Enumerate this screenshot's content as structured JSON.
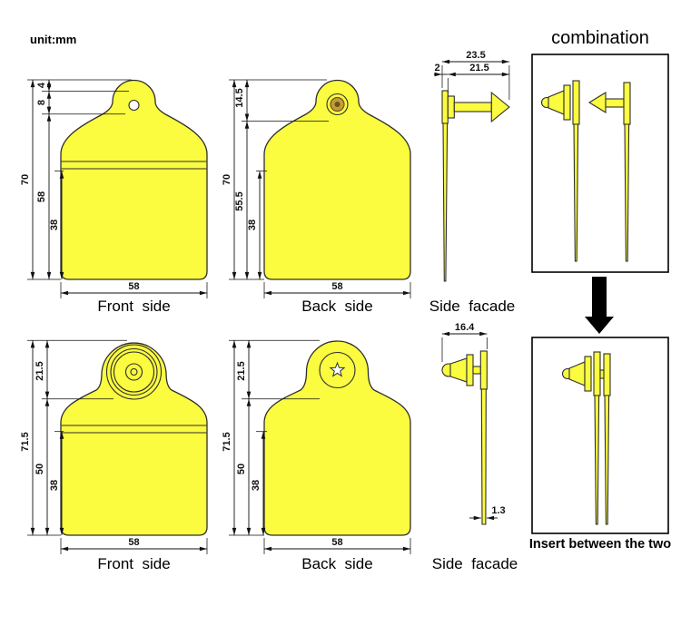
{
  "page": {
    "unit_label": "unit:mm"
  },
  "combination": {
    "title": "combination",
    "caption": "Insert between the two"
  },
  "top_row": {
    "front": {
      "label": "Front  side",
      "dims": {
        "overall_height": "70",
        "top_offset": "4",
        "hole_diameter": "8",
        "body_height": "58",
        "lower_height": "38",
        "width": "58"
      }
    },
    "back": {
      "label": "Back  side",
      "dims": {
        "overall_height": "70",
        "top_section": "14.5",
        "body_height": "55.5",
        "lower_height": "38",
        "width": "58"
      }
    },
    "side": {
      "label": "Side  facade",
      "dims": {
        "total_width": "23.5",
        "plate_thickness": "2",
        "pin_length": "21.5"
      }
    }
  },
  "bottom_row": {
    "front": {
      "label": "Front  side",
      "dims": {
        "overall_height": "71.5",
        "button_height": "21.5",
        "body_height": "50",
        "lower_height": "38",
        "width": "58"
      }
    },
    "back": {
      "label": "Back  side",
      "dims": {
        "overall_height": "71.5",
        "button_height": "21.5",
        "body_height": "50",
        "lower_height": "38",
        "width": "58"
      }
    },
    "side": {
      "label": "Side  facade",
      "dims": {
        "head_width": "16.4",
        "tip_thickness": "1.3"
      }
    }
  },
  "colors": {
    "tag_yellow": "#FBFB40",
    "outline": "#2E2E2E",
    "dim": "#111111",
    "button_bronze": "#C29B3C",
    "button_bronze_dark": "#6E5413"
  }
}
